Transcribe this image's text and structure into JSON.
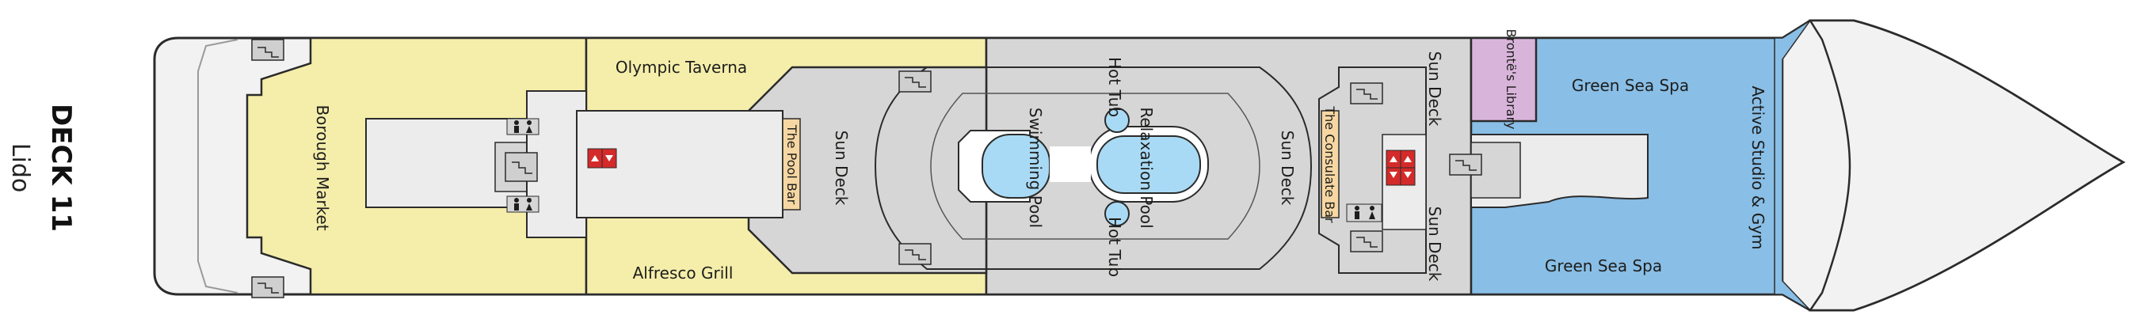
{
  "deck": {
    "title": "DECK 11",
    "subtitle": "Lido"
  },
  "areas": {
    "borough_market": "Borough Market",
    "olympic_taverna": "Olympic Taverna",
    "alfresco_grill": "Alfresco Grill",
    "pool_bar": "The Pool Bar",
    "sun_deck_left": "Sun Deck",
    "sun_deck_right": "Sun Deck",
    "sun_deck_top": "Sun Deck",
    "sun_deck_bottom": "Sun Deck",
    "hot_tub_top": "Hot Tub",
    "hot_tub_bottom": "Hot Tub",
    "swimming_pool": "Swimming Pool",
    "relaxation_pool": "Relaxation Pool",
    "consulate_bar": "The Consulate Bar",
    "brontes_library": "Brontë's Library",
    "green_sea_spa_top": "Green Sea Spa",
    "green_sea_spa_bottom": "Green Sea Spa",
    "active_studio": "Active Studio & Gym"
  },
  "colors": {
    "hull": "#f2f2f2",
    "outline": "#2b2b2b",
    "dining": "#f5eeab",
    "deck": "#d6d6d6",
    "pool": "#a9daf5",
    "spa": "#89bee6",
    "library": "#d8b4da",
    "bar": "#f6d7a3",
    "lift": "#d42a2a"
  },
  "icons": [
    "stairs-icon",
    "lift-icon",
    "restroom-icon"
  ]
}
